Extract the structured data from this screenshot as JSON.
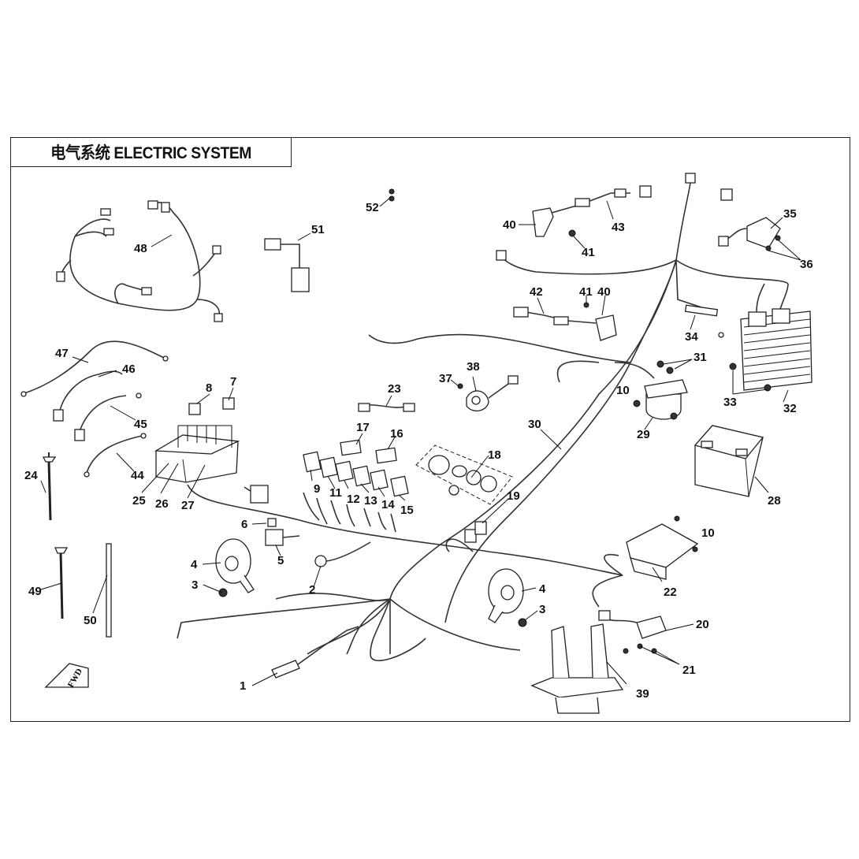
{
  "diagram": {
    "title": "电气系统 ELECTRIC SYSTEM",
    "fwd_label": "FWD",
    "callouts": [
      {
        "id": "1",
        "label": "1"
      },
      {
        "id": "2",
        "label": "2"
      },
      {
        "id": "3a",
        "label": "3"
      },
      {
        "id": "3b",
        "label": "3"
      },
      {
        "id": "4a",
        "label": "4"
      },
      {
        "id": "4b",
        "label": "4"
      },
      {
        "id": "5",
        "label": "5"
      },
      {
        "id": "6",
        "label": "6"
      },
      {
        "id": "7",
        "label": "7"
      },
      {
        "id": "8",
        "label": "8"
      },
      {
        "id": "9",
        "label": "9"
      },
      {
        "id": "10a",
        "label": "10"
      },
      {
        "id": "10b",
        "label": "10"
      },
      {
        "id": "11",
        "label": "11"
      },
      {
        "id": "12",
        "label": "12"
      },
      {
        "id": "13",
        "label": "13"
      },
      {
        "id": "14",
        "label": "14"
      },
      {
        "id": "15",
        "label": "15"
      },
      {
        "id": "16",
        "label": "16"
      },
      {
        "id": "17",
        "label": "17"
      },
      {
        "id": "18",
        "label": "18"
      },
      {
        "id": "19",
        "label": "19"
      },
      {
        "id": "20",
        "label": "20"
      },
      {
        "id": "21",
        "label": "21"
      },
      {
        "id": "22",
        "label": "22"
      },
      {
        "id": "23",
        "label": "23"
      },
      {
        "id": "24",
        "label": "24"
      },
      {
        "id": "25",
        "label": "25"
      },
      {
        "id": "26",
        "label": "26"
      },
      {
        "id": "27",
        "label": "27"
      },
      {
        "id": "28",
        "label": "28"
      },
      {
        "id": "29",
        "label": "29"
      },
      {
        "id": "30",
        "label": "30"
      },
      {
        "id": "31",
        "label": "31"
      },
      {
        "id": "32",
        "label": "32"
      },
      {
        "id": "33",
        "label": "33"
      },
      {
        "id": "34",
        "label": "34"
      },
      {
        "id": "35",
        "label": "35"
      },
      {
        "id": "36",
        "label": "36"
      },
      {
        "id": "37",
        "label": "37"
      },
      {
        "id": "38",
        "label": "38"
      },
      {
        "id": "39",
        "label": "39"
      },
      {
        "id": "40a",
        "label": "40"
      },
      {
        "id": "40b",
        "label": "40"
      },
      {
        "id": "41a",
        "label": "41"
      },
      {
        "id": "41b",
        "label": "41"
      },
      {
        "id": "42",
        "label": "42"
      },
      {
        "id": "43",
        "label": "43"
      },
      {
        "id": "44",
        "label": "44"
      },
      {
        "id": "45",
        "label": "45"
      },
      {
        "id": "46",
        "label": "46"
      },
      {
        "id": "47",
        "label": "47"
      },
      {
        "id": "48",
        "label": "48"
      },
      {
        "id": "49",
        "label": "49"
      },
      {
        "id": "50",
        "label": "50"
      },
      {
        "id": "51",
        "label": "51"
      },
      {
        "id": "52",
        "label": "52"
      }
    ]
  }
}
